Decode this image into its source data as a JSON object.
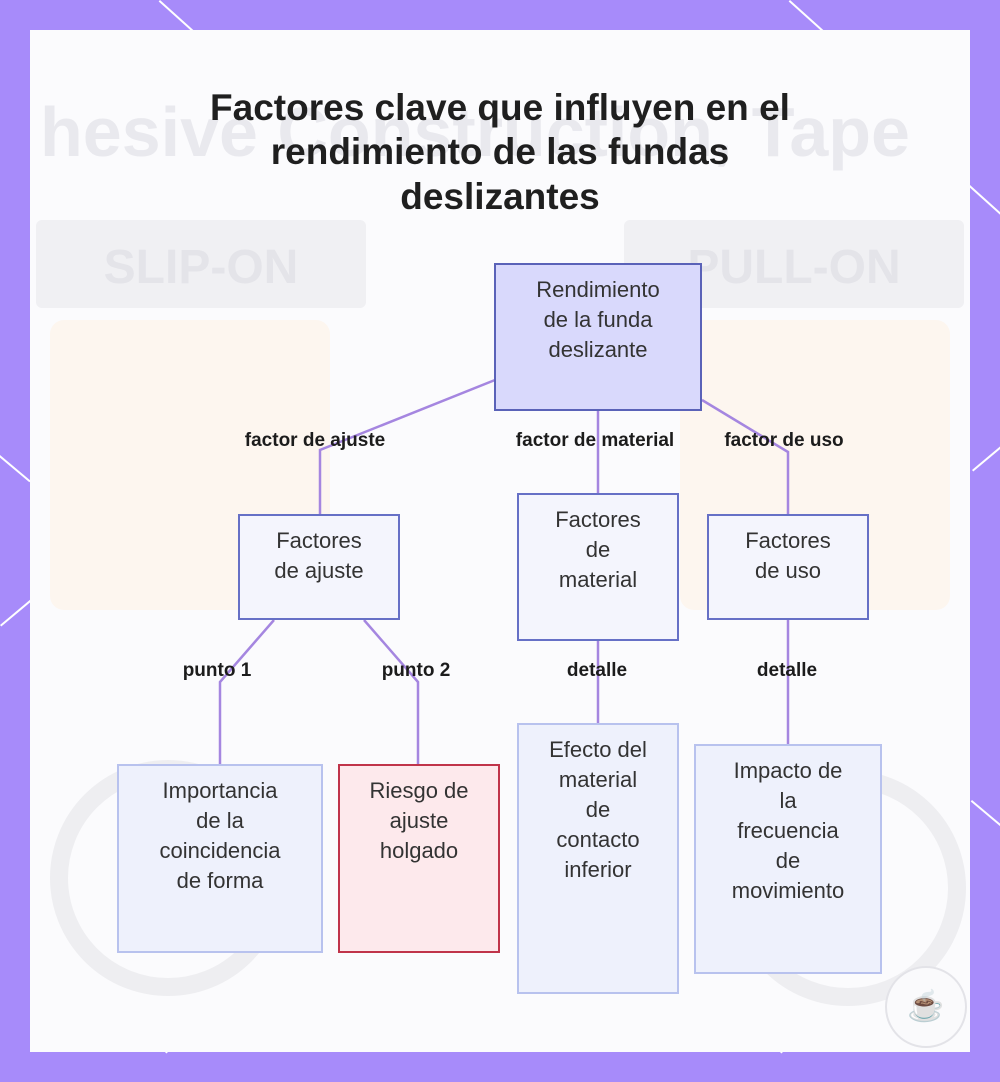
{
  "title": {
    "line1": "Factores clave que influyen en el",
    "line2": "rendimiento de las fundas",
    "line3": "deslizantes"
  },
  "background": {
    "ghost_text": "hesive Construction, Tape",
    "panel_left": "SLIP-ON",
    "panel_right": "PULL-ON"
  },
  "colors": {
    "page_border": "#a78bfa",
    "edge": "#a586e0",
    "root_fill": "#d9d9fc",
    "warn_fill": "#fde9ec",
    "warn_border": "#c0344a"
  },
  "nodes": {
    "root": [
      "Rendimiento",
      "de la funda",
      "deslizante"
    ],
    "ajuste": [
      "Factores",
      "de ajuste"
    ],
    "material": [
      "Factores",
      "de",
      "material"
    ],
    "uso": [
      "Factores",
      "de uso"
    ],
    "coincidencia": [
      "Importancia",
      "de la",
      "coincidencia",
      "de forma"
    ],
    "riesgo": [
      "Riesgo de",
      "ajuste",
      "holgado"
    ],
    "efecto": [
      "Efecto del",
      "material",
      "de",
      "contacto",
      "inferior"
    ],
    "impacto": [
      "Impacto de",
      "la",
      "frecuencia",
      "de",
      "movimiento"
    ]
  },
  "edges": {
    "factor_ajuste": "factor de ajuste",
    "factor_material": "factor de material",
    "factor_uso": "factor de uso",
    "punto1": "punto 1",
    "punto2": "punto 2",
    "detalle_material": "detalle",
    "detalle_uso": "detalle"
  },
  "watermark_icon": "cup-logo-icon"
}
